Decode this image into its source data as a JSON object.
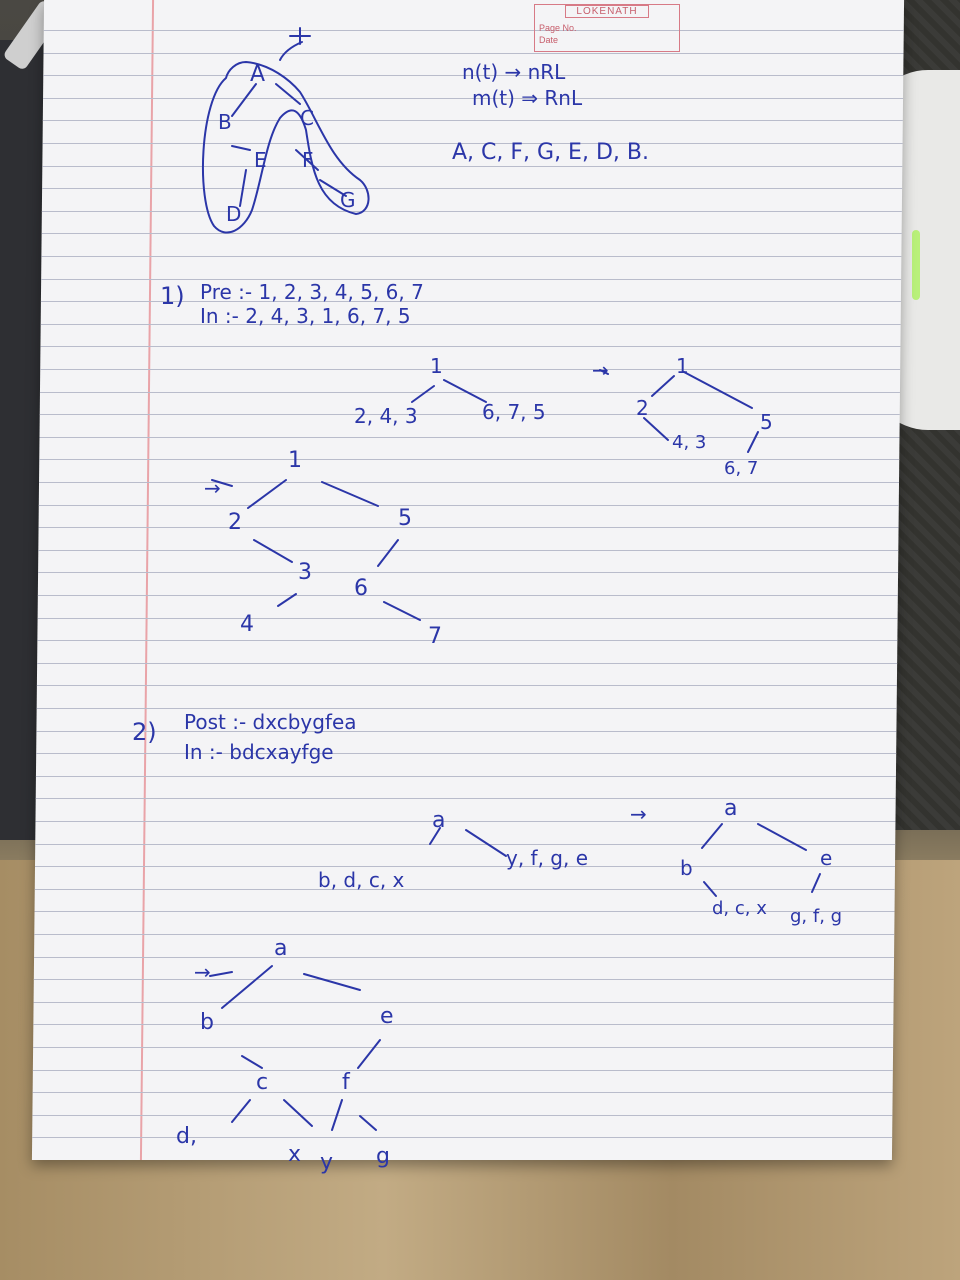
{
  "notebook": {
    "brand": "LOKENATH",
    "page_no_label": "Page No.",
    "date_label": "Date"
  },
  "traversal": {
    "root_label": "A",
    "left_child": "B",
    "right_child": "C",
    "e_node": "E",
    "f_node": "F",
    "d_node": "D",
    "g_node": "G",
    "rule1": "n(t) → nRL",
    "rule2": "m(t) ⇒ RnL",
    "result": "A, C, F, G, E, D, B."
  },
  "problem1": {
    "number": "1)",
    "pre_line": "Pre :- 1, 2, 3, 4, 5, 6, 7",
    "in_line": "In :- 2, 4, 3, 1, 6, 7, 5",
    "step1": {
      "root": "1",
      "left": "2, 4, 3",
      "right": "6, 7, 5"
    },
    "step2": {
      "root": "1",
      "l": "2",
      "r": "5",
      "ll": "4, 3",
      "rl": "6, 7"
    },
    "tree": {
      "n1": "1",
      "n2": "2",
      "n5": "5",
      "n3": "3",
      "n6": "6",
      "n4": "4",
      "n7": "7"
    }
  },
  "problem2": {
    "number": "2)",
    "post_line": "Post :- dxcbygfea",
    "in_line": "In :- bdcxayfge",
    "step1": {
      "root": "a",
      "left": "b, d, c, x",
      "right": "y, f, g, e"
    },
    "step2": {
      "root": "a",
      "l": "b",
      "r": "e",
      "lr": "d, c, x",
      "rl": "g, f, g"
    },
    "tree": {
      "a": "a",
      "b": "b",
      "e": "e",
      "c": "c",
      "f": "f",
      "d": "d,",
      "x": "x",
      "y": "y",
      "g": "g"
    }
  },
  "arrows": {
    "arrow": "→"
  }
}
